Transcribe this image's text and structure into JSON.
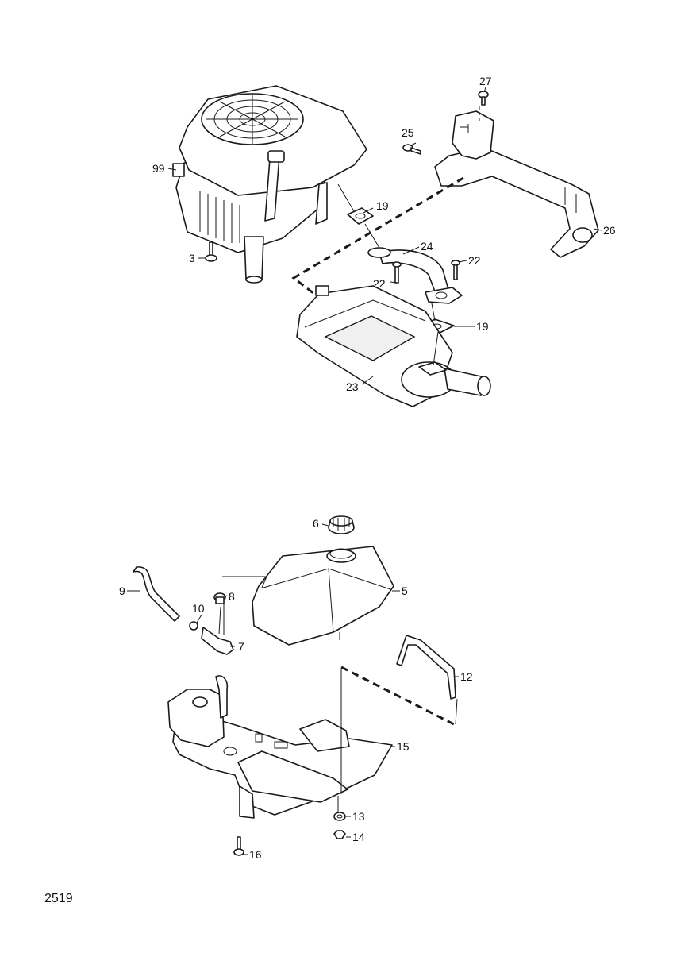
{
  "diagram_ref": "2519",
  "callouts": {
    "c3": "3",
    "c5": "5",
    "c6": "6",
    "c7": "7",
    "c8": "8",
    "c9": "9",
    "c10": "10",
    "c12": "12",
    "c13": "13",
    "c14": "14",
    "c15": "15",
    "c16": "16",
    "c19a": "19",
    "c19b": "19",
    "c22a": "22",
    "c22b": "22",
    "c23": "23",
    "c24": "24",
    "c25": "25",
    "c26": "26",
    "c27": "27",
    "c99": "99"
  }
}
